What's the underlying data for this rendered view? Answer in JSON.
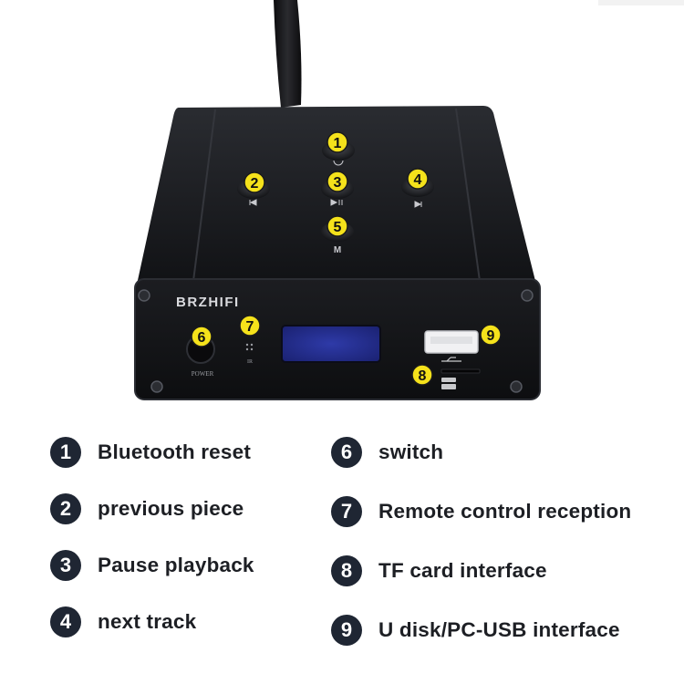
{
  "device": {
    "brand": "BRZHIFI",
    "power_label": "POWER",
    "ir_label": "IR",
    "button_icons": [
      "bluetooth-reset-icon",
      "previous-icon",
      "play-pause-icon",
      "next-icon",
      "mode-icon"
    ],
    "callout_color": "#f5e21b",
    "body_color": "#16171b"
  },
  "callouts": [
    "1",
    "2",
    "3",
    "4",
    "5",
    "6",
    "7",
    "8",
    "9"
  ],
  "legend": [
    {
      "num": "1",
      "label": "Bluetooth reset"
    },
    {
      "num": "2",
      "label": "previous piece"
    },
    {
      "num": "3",
      "label": "Pause playback"
    },
    {
      "num": "4",
      "label": "next track"
    },
    {
      "num": "6",
      "label": "switch"
    },
    {
      "num": "7",
      "label": "Remote control reception"
    },
    {
      "num": "8",
      "label": "TF card interface"
    },
    {
      "num": "9",
      "label": "U disk/PC-USB interface"
    }
  ],
  "colors": {
    "legend_badge": "#1f2633",
    "legend_text": "#1d1f24"
  }
}
